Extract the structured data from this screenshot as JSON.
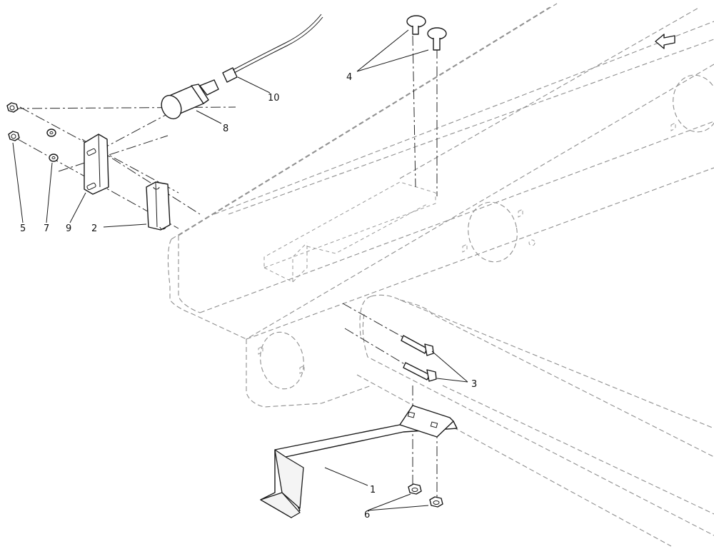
{
  "callouts": {
    "c1": "1",
    "c2": "2",
    "c3": "3",
    "c4": "4",
    "c5": "5",
    "c6": "6",
    "c7": "7",
    "c8": "8",
    "c9": "9",
    "c10": "10"
  },
  "icons": {
    "direction": "arrow-left-icon"
  }
}
